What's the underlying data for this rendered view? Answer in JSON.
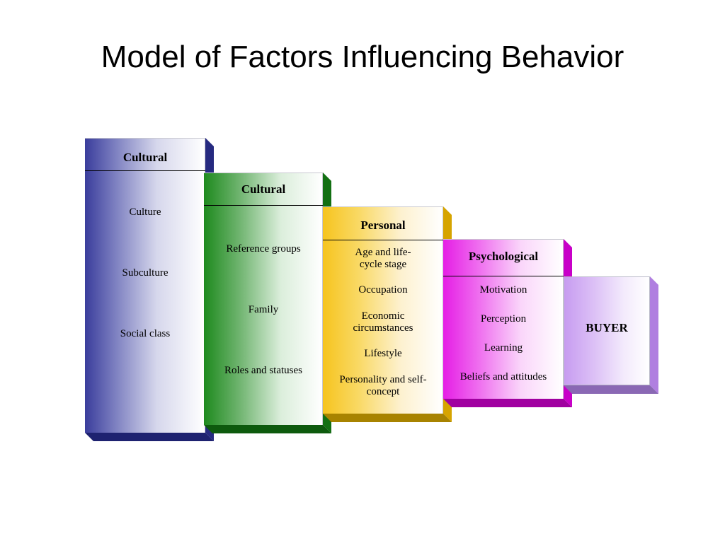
{
  "title": "Model of Factors Influencing Behavior",
  "colors": {
    "cultural_box": "#3a3d9c",
    "social_box": "#1e8a1e",
    "personal_box": "#f6c41e",
    "psychological_box": "#e51ee5",
    "buyer_box": "#c79cf0"
  },
  "boxes": [
    {
      "header": "Cultural",
      "items": [
        "Culture",
        "Subculture",
        "Social class"
      ]
    },
    {
      "header": "Cultural",
      "items": [
        "Reference groups",
        "Family",
        "Roles and statuses"
      ]
    },
    {
      "header": "Personal",
      "items": [
        "Age and life-\ncycle stage",
        "Occupation",
        "Economic\ncircumstances",
        "Lifestyle",
        "Personality and self-\nconcept"
      ]
    },
    {
      "header": "Psychological",
      "items": [
        "Motivation",
        "Perception",
        "Learning",
        "Beliefs and attitudes"
      ]
    },
    {
      "header": "BUYER",
      "items": []
    }
  ]
}
